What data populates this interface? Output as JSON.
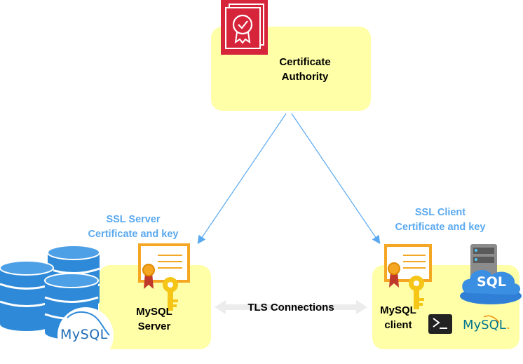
{
  "ca": {
    "line1": "Certificate",
    "line2": "Authority"
  },
  "server": {
    "line1": "MySQL",
    "line2": "Server"
  },
  "client": {
    "line1": "MySQL",
    "line2": "client"
  },
  "ssl_server": {
    "line1": "SSL Server",
    "line2": "Certificate and key"
  },
  "ssl_client": {
    "line1": "SSL Client",
    "line2": "Certificate and key"
  },
  "tls": {
    "label": "TLS Connections"
  },
  "logos": {
    "mysql_left": "MySQL",
    "mysql_right": "MySQL",
    "sql": "SQL",
    "mysql_right_suffix": "."
  },
  "colors": {
    "box": "#ffff99",
    "arrow": "#5aa9f0",
    "label_blue": "#5aa9f0",
    "cert_orange": "#f5a623",
    "key_gold": "#f5c518",
    "ca_red": "#d6243a",
    "db_blue": "#2e8ad8"
  }
}
